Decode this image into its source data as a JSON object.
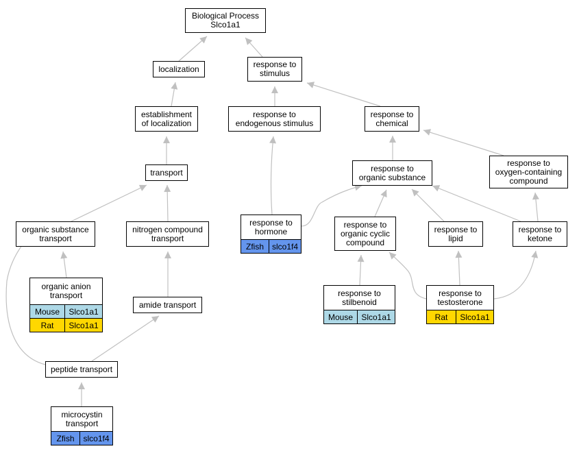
{
  "colors": {
    "Mouse": "#add8e6",
    "Rat": "#ffd700",
    "Zfish": "#6495ed",
    "edge": "#c0c0c0"
  },
  "nodes": {
    "bp": {
      "label": "Biological Process\nSlco1a1"
    },
    "localization": {
      "label": "localization"
    },
    "response_stimulus": {
      "label": "response to\nstimulus"
    },
    "establishment": {
      "label": "establishment\nof localization"
    },
    "response_endogenous": {
      "label": "response to\nendogenous stimulus"
    },
    "response_chemical": {
      "label": "response to\nchemical"
    },
    "transport": {
      "label": "transport"
    },
    "response_organic": {
      "label": "response to\norganic substance"
    },
    "response_oxygen": {
      "label": "response to\noxygen-containing\ncompound"
    },
    "organic_substance_transport": {
      "label": "organic substance\ntransport"
    },
    "nitrogen_transport": {
      "label": "nitrogen compound\ntransport"
    },
    "response_hormone": {
      "label": "response to\nhormone",
      "genes": [
        {
          "species": "Zfish",
          "gene": "slco1f4"
        }
      ]
    },
    "response_cyclic": {
      "label": "response to\norganic cyclic\ncompound"
    },
    "response_lipid": {
      "label": "response to\nlipid"
    },
    "response_ketone": {
      "label": "response to\nketone"
    },
    "organic_anion_transport": {
      "label": "organic anion\ntransport",
      "genes": [
        {
          "species": "Mouse",
          "gene": "Slco1a1"
        },
        {
          "species": "Rat",
          "gene": "Slco1a1"
        }
      ]
    },
    "amide_transport": {
      "label": "amide transport"
    },
    "response_stilbenoid": {
      "label": "response to\nstilbenoid",
      "genes": [
        {
          "species": "Mouse",
          "gene": "Slco1a1"
        }
      ]
    },
    "response_testosterone": {
      "label": "response to\ntestosterone",
      "genes": [
        {
          "species": "Rat",
          "gene": "Slco1a1"
        }
      ]
    },
    "peptide_transport": {
      "label": "peptide transport"
    },
    "microcystin_transport": {
      "label": "microcystin\ntransport",
      "genes": [
        {
          "species": "Zfish",
          "gene": "slco1f4"
        }
      ]
    }
  },
  "edges": [
    {
      "from": "localization",
      "to": "bp"
    },
    {
      "from": "response_stimulus",
      "to": "bp"
    },
    {
      "from": "establishment",
      "to": "localization"
    },
    {
      "from": "response_endogenous",
      "to": "response_stimulus"
    },
    {
      "from": "response_chemical",
      "to": "response_stimulus"
    },
    {
      "from": "transport",
      "to": "establishment"
    },
    {
      "from": "response_hormone",
      "to": "response_endogenous"
    },
    {
      "from": "response_organic",
      "to": "response_chemical"
    },
    {
      "from": "response_oxygen",
      "to": "response_chemical"
    },
    {
      "from": "organic_substance_transport",
      "to": "transport"
    },
    {
      "from": "nitrogen_transport",
      "to": "transport"
    },
    {
      "from": "response_hormone",
      "to": "response_organic"
    },
    {
      "from": "response_cyclic",
      "to": "response_organic"
    },
    {
      "from": "response_lipid",
      "to": "response_organic"
    },
    {
      "from": "response_ketone",
      "to": "response_organic"
    },
    {
      "from": "response_ketone",
      "to": "response_oxygen"
    },
    {
      "from": "organic_anion_transport",
      "to": "organic_substance_transport"
    },
    {
      "from": "amide_transport",
      "to": "nitrogen_transport"
    },
    {
      "from": "response_stilbenoid",
      "to": "response_cyclic"
    },
    {
      "from": "response_testosterone",
      "to": "response_lipid"
    },
    {
      "from": "response_testosterone",
      "to": "response_cyclic"
    },
    {
      "from": "response_testosterone",
      "to": "response_ketone"
    },
    {
      "from": "peptide_transport",
      "to": "amide_transport"
    },
    {
      "from": "peptide_transport",
      "to": "organic_substance_transport"
    },
    {
      "from": "microcystin_transport",
      "to": "peptide_transport"
    }
  ]
}
